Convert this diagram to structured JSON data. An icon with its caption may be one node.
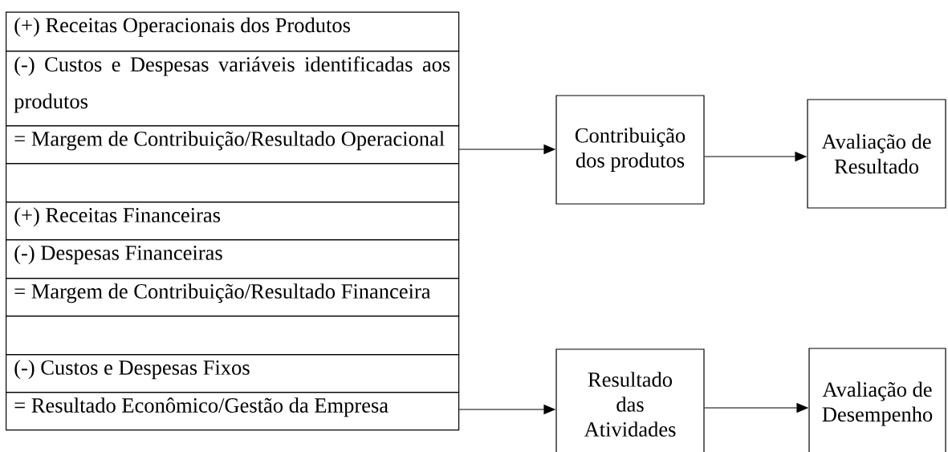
{
  "diagram": {
    "nodes": [
      {
        "text": [
          "(+) Receitas Operacionais dos Produtos"
        ]
      },
      {
        "text": [
          "(-) Custos e Despesas variáveis identificadas aos produtos"
        ]
      },
      {
        "text": [
          "= Margem de Contribuição/Resultado Operacional"
        ]
      },
      {
        "text": [],
        "shape": "box"
      },
      {
        "text": [
          "(+) Receitas Financeiras"
        ]
      },
      {
        "text": [
          "(-) Despesas Financeiras"
        ]
      },
      {
        "text": [
          "= Margem de Contribuição/Resultado Financeira"
        ]
      },
      {
        "text": [],
        "shape": "box"
      },
      {
        "text": [
          "(-) Custos e Despesas Fixos"
        ]
      },
      {
        "text": [
          "= Resultado Econômico/Gestão da Empresa"
        ]
      },
      {
        "text": [
          "Contribuição dos produtos"
        ]
      },
      {
        "text": [
          "Avaliação de Resultado"
        ]
      },
      {
        "text": [
          "Resultado das Atividades"
        ]
      },
      {
        "text": [
          "Avaliação de Desempenho"
        ]
      }
    ],
    "edges": [
      {
        "from": 2,
        "to": 10,
        "arrow": "to"
      },
      {
        "from": 10,
        "to": 11,
        "arrow": "to"
      },
      {
        "from": 9,
        "to": 12,
        "arrow": "to"
      },
      {
        "from": 12,
        "to": 13,
        "arrow": "to"
      }
    ]
  }
}
